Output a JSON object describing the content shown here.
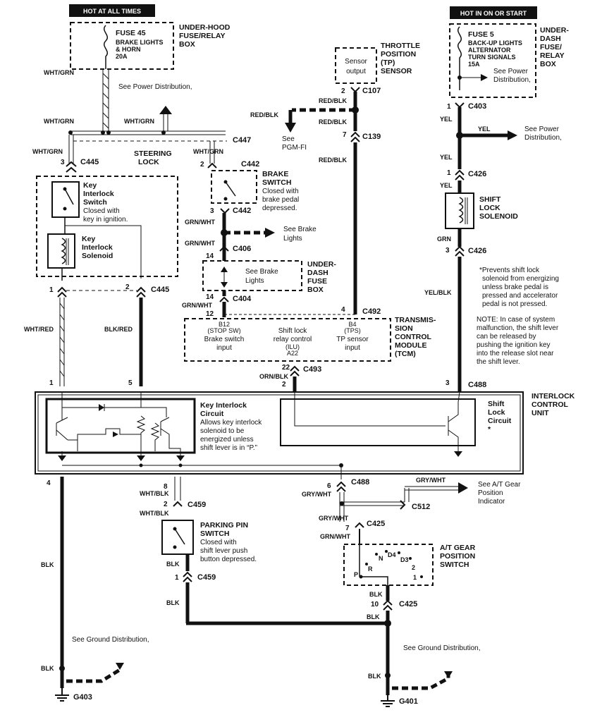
{
  "headers": {
    "hot_always": "HOT AT ALL TIMES",
    "hot_on_start": "HOT IN ON OR START"
  },
  "fuse45": {
    "name": "FUSE 45",
    "line1": "BRAKE LIGHTS",
    "line2": "& HORN",
    "rating": "20A"
  },
  "fuse5": {
    "name": "FUSE 5",
    "line1": "BACK-UP LIGHTS",
    "line2": "ALTERNATOR",
    "line3": "TURN SIGNALS",
    "rating": "15A"
  },
  "underhood_box": [
    "UNDER-HOOD",
    "FUSE/RELAY",
    "BOX"
  ],
  "underdash_relay_box": [
    "UNDER-",
    "DASH",
    "FUSE/",
    "RELAY",
    "BOX"
  ],
  "underdash_fuse_box": [
    "UNDER-",
    "DASH",
    "FUSE",
    "BOX"
  ],
  "tp_sensor": {
    "inner1": "Sensor",
    "inner2": "output",
    "title": [
      "THROTTLE",
      "POSITION",
      "(TP)",
      "SENSOR"
    ]
  },
  "see_power_dist": "See Power Distribution,",
  "see_power_dist_right": [
    "See Power",
    "Distribution,"
  ],
  "see_power_dist_yel": [
    "See Power",
    "Distribution,"
  ],
  "see_pgmfi": [
    "See",
    "PGM-FI"
  ],
  "see_brake_lights_1": [
    "See Brake",
    "Lights"
  ],
  "see_brake_lights_2": [
    "See Brake",
    "Lights"
  ],
  "steering_lock": [
    "STEERING",
    "LOCK"
  ],
  "key_interlock_switch": {
    "title": [
      "Key",
      "Interlock",
      "Switch"
    ],
    "desc": [
      "Closed with",
      "key in ignition."
    ]
  },
  "key_interlock_solenoid": [
    "Key",
    "Interlock",
    "Solenoid"
  ],
  "brake_switch": {
    "title": [
      "BRAKE",
      "SWITCH"
    ],
    "desc": [
      "Closed with",
      "brake pedal",
      "depressed."
    ]
  },
  "shift_lock_solenoid": [
    "SHIFT",
    "LOCK",
    "SOLENOID"
  ],
  "tcm": {
    "title": [
      "TRANSMIS-",
      "SION",
      "CONTROL",
      "MODULE",
      "(TCM)"
    ],
    "b12": "B12",
    "stop_sw": "(STOP SW)",
    "brake_input": [
      "Brake switch",
      "input"
    ],
    "shift_relay": [
      "Shift lock",
      "relay control"
    ],
    "ilu": "(ILU)",
    "a22": "A22",
    "b4": "B4",
    "tps": "(TPS)",
    "tp_input": [
      "TP sensor",
      "input"
    ]
  },
  "note_prevents": [
    "*Prevents shift lock",
    "solenoid from energizing",
    "unless brake pedal is",
    "pressed and accelerator",
    "pedal is not pressed."
  ],
  "note_malfunction": [
    "NOTE: In case of system",
    "malfunction, the shift lever",
    "can be released by",
    "pushing the ignition key",
    "into the release slot near",
    "the shift lever."
  ],
  "icu": {
    "title": [
      "INTERLOCK",
      "CONTROL",
      "UNIT"
    ],
    "kic_title": [
      "Key Interlock",
      "Circuit"
    ],
    "kic_desc": [
      "Allows key interlock",
      "solenoid to be",
      "energized unless",
      "shift lever is in “P.”"
    ],
    "slc_title": [
      "Shift",
      "Lock",
      "Circuit"
    ],
    "slc_star": "*"
  },
  "parking_pin": {
    "title": [
      "PARKING PIN",
      "SWITCH"
    ],
    "desc": [
      "Closed with",
      "shift lever push",
      "button depressed."
    ]
  },
  "see_at_gear": [
    "See A/T Gear",
    "Position",
    "Indicator"
  ],
  "at_gear_switch": {
    "title": [
      "A/T GEAR",
      "POSITION",
      "SWITCH"
    ],
    "positions": [
      "N",
      "D4",
      "D3",
      "R",
      "2",
      "P",
      "1"
    ]
  },
  "see_ground_dist": "See Ground Distribution,",
  "grounds": {
    "g403": "G403",
    "g401": "G401"
  },
  "connectors": {
    "c107": "C107",
    "c139": "C139",
    "c403": "C403",
    "c426a": "C426",
    "c426b": "C426",
    "c447": "C447",
    "c445a": "C445",
    "c445b": "C445",
    "c442a": "C442",
    "c442b": "C442",
    "c406": "C406",
    "c404": "C404",
    "c492": "C492",
    "c493": "C493",
    "c488a": "C488",
    "c488b": "C488",
    "c512": "C512",
    "c459a": "C459",
    "c459b": "C459",
    "c425a": "C425",
    "c425b": "C425"
  },
  "wire_colors": {
    "wht_grn": "WHT/GRN",
    "red_blk": "RED/BLK",
    "yel": "YEL",
    "grn": "GRN",
    "yel_blk": "YEL/BLK",
    "grn_wht": "GRN/WHT",
    "wht_red": "WHT/RED",
    "blk_red": "BLK/RED",
    "orn_blk": "ORN/BLK",
    "wht_blk": "WHT/BLK",
    "gry_wht": "GRY/WHT",
    "blk": "BLK"
  },
  "pins": {
    "p1": "1",
    "p2": "2",
    "p3": "3",
    "p4": "4",
    "p5": "5",
    "p6": "6",
    "p7": "7",
    "p8": "8",
    "p10": "10",
    "p12": "12",
    "p14": "14",
    "p22": "22"
  }
}
